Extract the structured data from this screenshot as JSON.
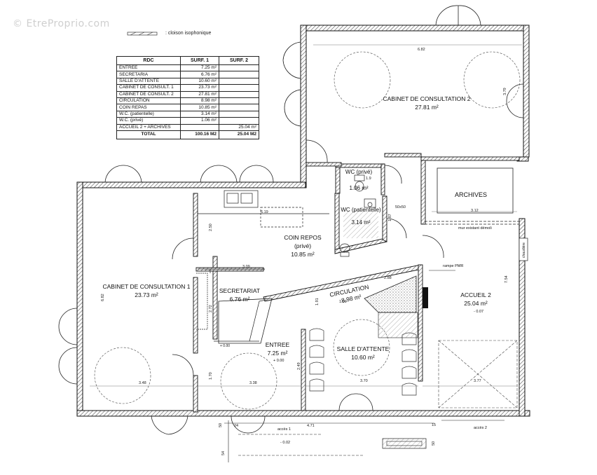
{
  "watermark": "© EtreProprio.com",
  "legend": ": cloison isophonique",
  "table": {
    "headers": [
      "RDC",
      "SURF. 1",
      "SURF. 2"
    ],
    "rows": [
      [
        "ENTREE",
        "7.25 m²",
        ""
      ],
      [
        "SECRETARIA",
        "6.76 m²",
        ""
      ],
      [
        "SALLE D'ATTENTE",
        "10.60 m²",
        ""
      ],
      [
        "CABINET DE CONSULT. 1",
        "23.73 m²",
        ""
      ],
      [
        "CABINET DE CONSULT. 2",
        "27.81 m²",
        ""
      ],
      [
        "CIRCULATION",
        "8.98 m²",
        ""
      ],
      [
        "COIN REPAS",
        "10.85 m²",
        ""
      ],
      [
        "W.C. (patientelle)",
        "3.14 m²",
        ""
      ],
      [
        "W.C. (privé)",
        "1.06 m²",
        ""
      ],
      [
        "ACCUEIL 2 + ARCHIVES",
        "",
        "25.04 m²"
      ]
    ],
    "total": [
      "TOTAL",
      "100.16 M2",
      "25.04 M2"
    ]
  },
  "rooms": {
    "cab2_name": "CABINET DE CONSULTATION 2",
    "cab2_area": "27.81 m²",
    "archives": "ARCHIVES",
    "wc_prive": "WC (privé)",
    "wc_prive_area": "1.06 m²",
    "wc_pat": "WC (patientelle)",
    "wc_pat_area": "3.14 m²",
    "coin_name": "COIN REPOS",
    "coin_sub": "(privé)",
    "coin_area": "10.85 m²",
    "cab1_name": "CABINET DE CONSULTATION 1",
    "cab1_area": "23.73 m²",
    "secr_name": "SECRETARIAT",
    "secr_area": "6.76 m²",
    "circ_name": "CIRCULATION",
    "circ_area": "8.98 m²",
    "accueil_name": "ACCUEIL 2",
    "accueil_area": "25.04 m²",
    "entree_name": "ENTREE",
    "entree_area": "7.25 m²",
    "salle_name": "SALLE D'ATTENTE",
    "salle_area": "10.60 m²"
  },
  "notes": {
    "mur": "mur existant démoli",
    "rampe": "rampe PMR",
    "acces1": "accès 1",
    "acces2": "accès 2",
    "chaudiere": "chaudière",
    "level_entree": "+ 0.00",
    "level_accueil": "- 0.07",
    "level_ext": "- 0.02",
    "level_cab1": "+ 0.00"
  },
  "dims": {
    "d682_top": "6.82",
    "d379": "3.79",
    "d619": "6.19",
    "d250": "2.50",
    "d309": "3.09",
    "d272": "2.72",
    "d682_left": "6.82",
    "d348": "3.48",
    "d338": "3.38",
    "d170": "1.70",
    "d312": "3.12",
    "d754": "7.54",
    "d377": "3.77",
    "d370": "3.70",
    "d471": "4.71",
    "d288": "2.88",
    "d249": "2.49",
    "d191": "1.91",
    "d190": "1.90",
    "d187": "1.87",
    "d19": "1.9",
    "d50a": "50",
    "d24": "24",
    "d15": "15",
    "d54": "54",
    "d50b": "50",
    "d50x": "50x50"
  }
}
